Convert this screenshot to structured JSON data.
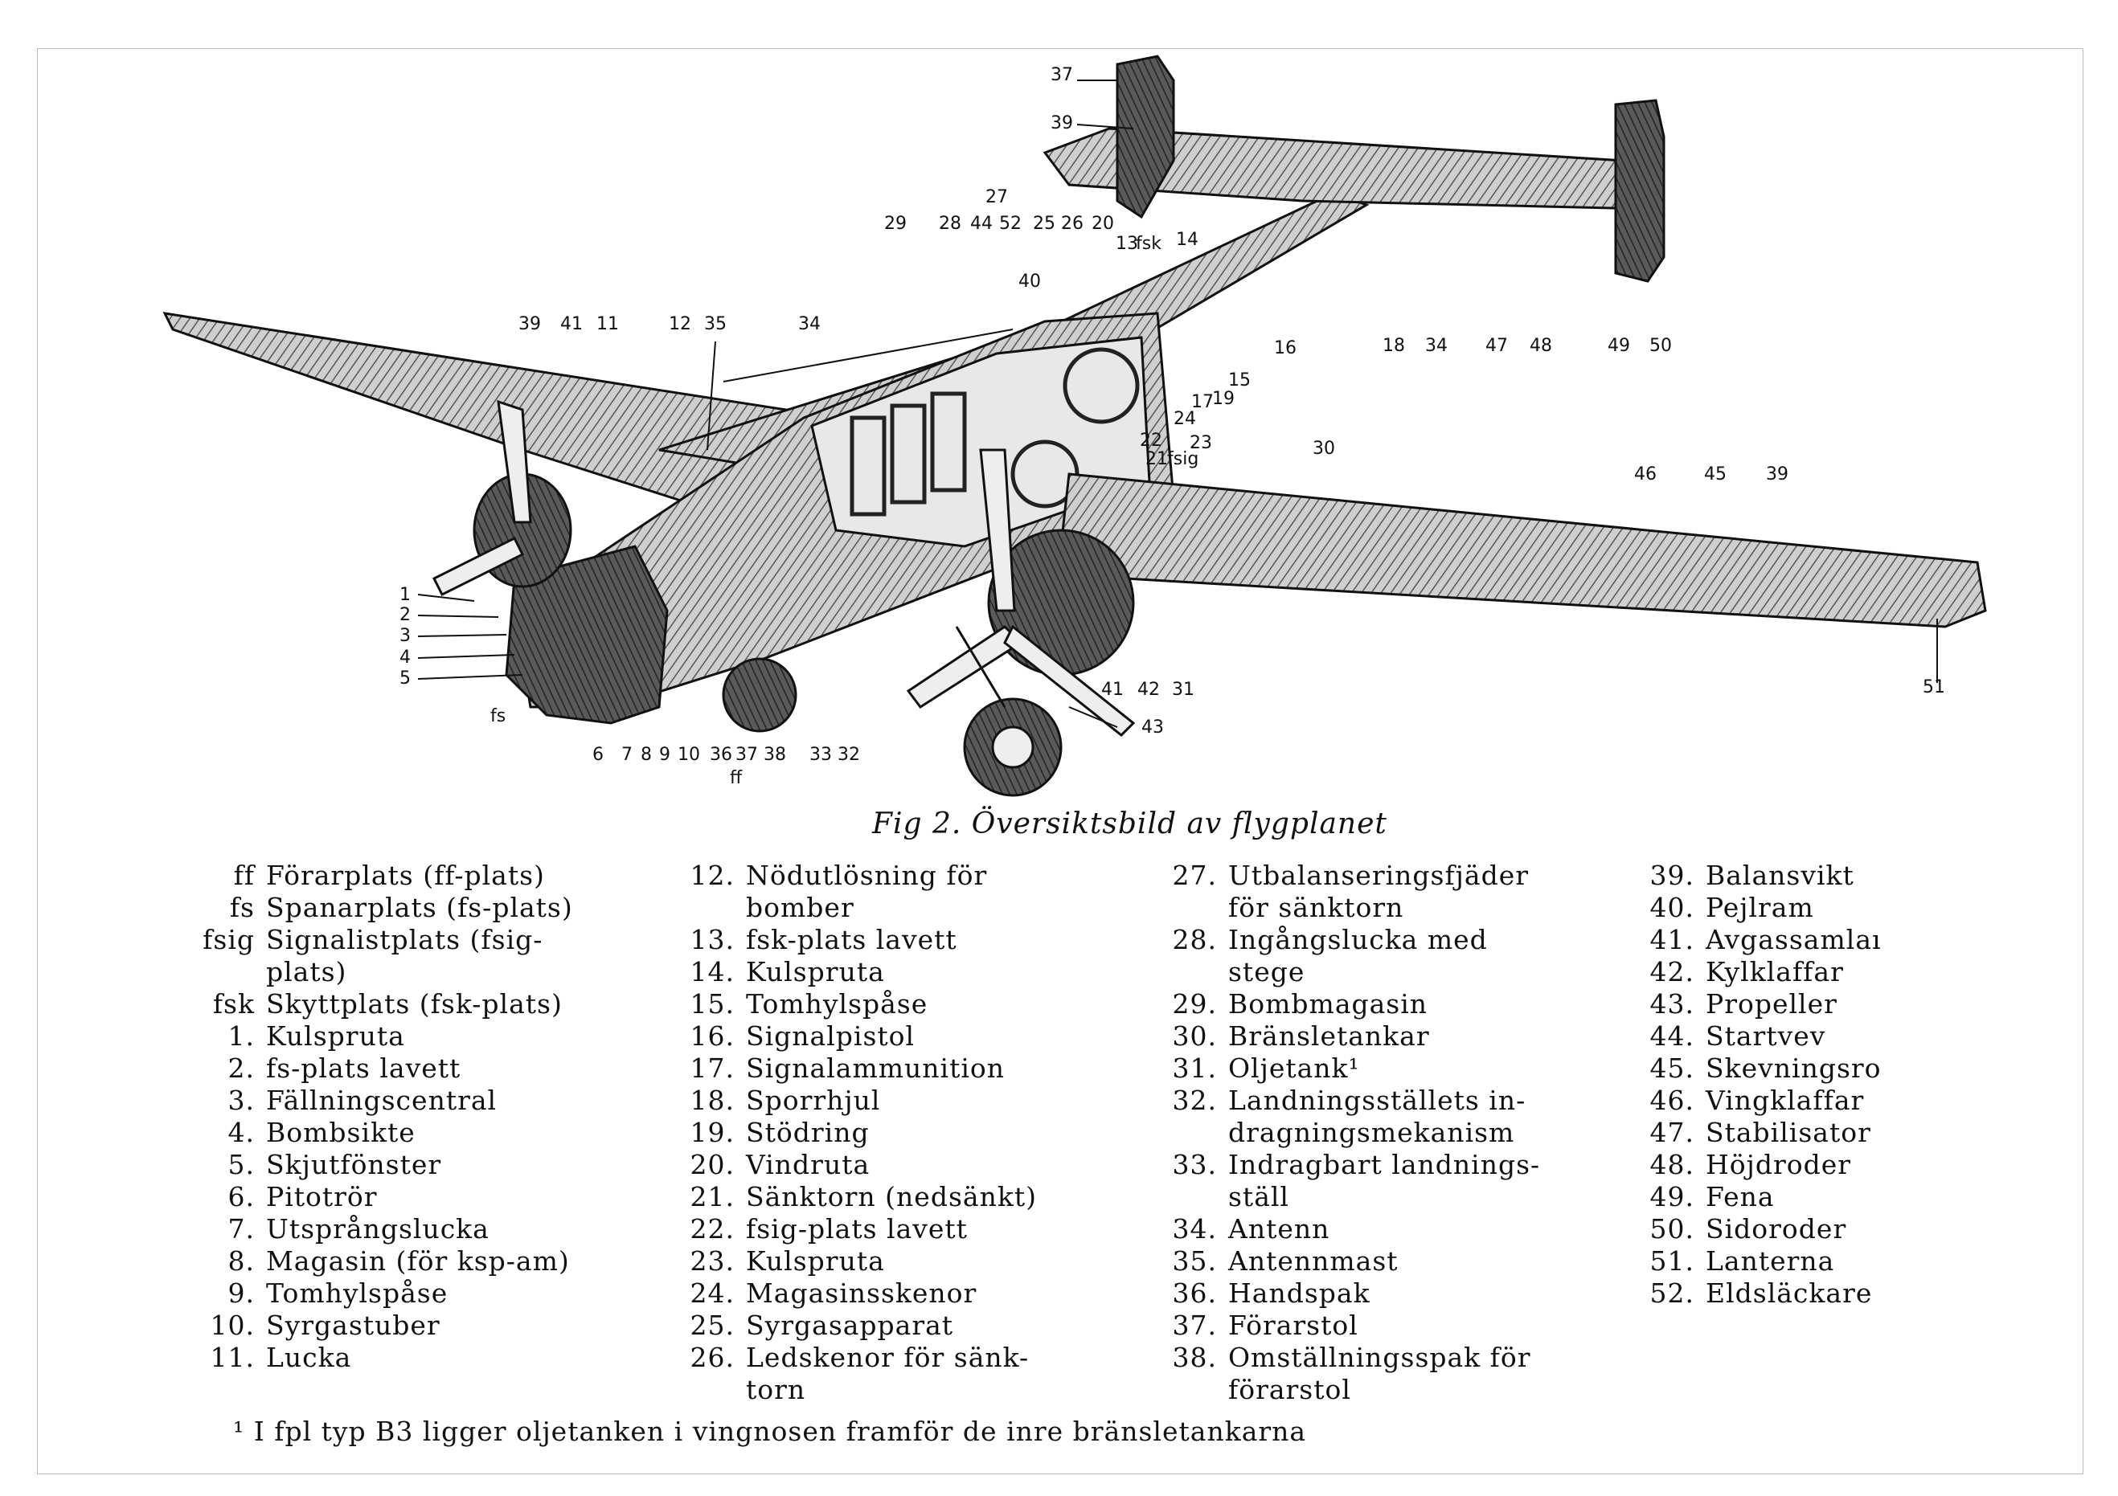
{
  "figure": {
    "caption": "Fig 2. Översiktsbild av flygplanet",
    "callouts": [
      "1",
      "2",
      "3",
      "4",
      "5",
      "fs",
      "6",
      "7",
      "8",
      "9",
      "10",
      "36",
      "37",
      "38",
      "ff",
      "33",
      "32",
      "41",
      "11",
      "12",
      "35",
      "34",
      "29",
      "28",
      "44",
      "52",
      "27",
      "25",
      "26",
      "20",
      "13",
      "fsk",
      "14",
      "16",
      "15",
      "17",
      "19",
      "24",
      "22",
      "23",
      "21",
      "fsig",
      "40",
      "18",
      "34",
      "47",
      "48",
      "49",
      "50",
      "30",
      "46",
      "45",
      "39",
      "39",
      "39",
      "37",
      "51",
      "43",
      "41",
      "42",
      "31"
    ]
  },
  "legend": {
    "col1": [
      {
        "key": "ff",
        "text": "Förarplats (ff-plats)"
      },
      {
        "key": "fs",
        "text": "Spanarplats (fs-plats)"
      },
      {
        "key": "fsig",
        "text": "Signalistplats (fsig-"
      },
      {
        "key": "",
        "text": "plats)"
      },
      {
        "key": "fsk",
        "text": "Skyttplats (fsk-plats)"
      },
      {
        "key": "1.",
        "text": "Kulspruta"
      },
      {
        "key": "2.",
        "text": "fs-plats lavett"
      },
      {
        "key": "3.",
        "text": "Fällningscentral"
      },
      {
        "key": "4.",
        "text": "Bombsikte"
      },
      {
        "key": "5.",
        "text": "Skjutfönster"
      },
      {
        "key": "6.",
        "text": "Pitotrör"
      },
      {
        "key": "7.",
        "text": "Utsprångslucka"
      },
      {
        "key": "8.",
        "text": "Magasin (för ksp-am)"
      },
      {
        "key": "9.",
        "text": "Tomhylspåse"
      },
      {
        "key": "10.",
        "text": "Syrgastuber"
      },
      {
        "key": "11.",
        "text": "Lucka"
      }
    ],
    "col2": [
      {
        "key": "12.",
        "text": "Nödutlösning för"
      },
      {
        "key": "",
        "text": "bomber"
      },
      {
        "key": "13.",
        "text": "fsk-plats lavett"
      },
      {
        "key": "14.",
        "text": "Kulspruta"
      },
      {
        "key": "15.",
        "text": "Tomhylspåse"
      },
      {
        "key": "16.",
        "text": "Signalpistol"
      },
      {
        "key": "17.",
        "text": "Signalammunition"
      },
      {
        "key": "18.",
        "text": "Sporrhjul"
      },
      {
        "key": "19.",
        "text": "Stödring"
      },
      {
        "key": "20.",
        "text": "Vindruta"
      },
      {
        "key": "21.",
        "text": "Sänktorn (nedsänkt)"
      },
      {
        "key": "22.",
        "text": "fsig-plats lavett"
      },
      {
        "key": "23.",
        "text": "Kulspruta"
      },
      {
        "key": "24.",
        "text": "Magasinsskenor"
      },
      {
        "key": "25.",
        "text": "Syrgasapparat"
      },
      {
        "key": "26.",
        "text": "Ledskenor för sänk-"
      },
      {
        "key": "",
        "text": "torn"
      }
    ],
    "col3": [
      {
        "key": "27.",
        "text": "Utbalanseringsfjäder"
      },
      {
        "key": "",
        "text": "för sänktorn"
      },
      {
        "key": "28.",
        "text": "Ingångslucka med"
      },
      {
        "key": "",
        "text": "stege"
      },
      {
        "key": "29.",
        "text": "Bombmagasin"
      },
      {
        "key": "30.",
        "text": "Bränsletankar"
      },
      {
        "key": "31.",
        "text": "Oljetank¹"
      },
      {
        "key": "32.",
        "text": "Landningsställets in-"
      },
      {
        "key": "",
        "text": "dragningsmekanism"
      },
      {
        "key": "33.",
        "text": "Indragbart landnings-"
      },
      {
        "key": "",
        "text": "ställ"
      },
      {
        "key": "34.",
        "text": "Antenn"
      },
      {
        "key": "35.",
        "text": "Antennmast"
      },
      {
        "key": "36.",
        "text": "Handspak"
      },
      {
        "key": "37.",
        "text": "Förarstol"
      },
      {
        "key": "38.",
        "text": "Omställningsspak för"
      },
      {
        "key": "",
        "text": "förarstol"
      }
    ],
    "col4": [
      {
        "key": "39.",
        "text": "Balansvikt"
      },
      {
        "key": "40.",
        "text": "Pejlram"
      },
      {
        "key": "41.",
        "text": "Avgassamlaı"
      },
      {
        "key": "42.",
        "text": "Kylklaffar"
      },
      {
        "key": "43.",
        "text": "Propeller"
      },
      {
        "key": "44.",
        "text": "Startvev"
      },
      {
        "key": "45.",
        "text": "Skevningsro"
      },
      {
        "key": "46.",
        "text": "Vingklaffar"
      },
      {
        "key": "47.",
        "text": "Stabilisator"
      },
      {
        "key": "48.",
        "text": "Höjdroder"
      },
      {
        "key": "49.",
        "text": "Fena"
      },
      {
        "key": "50.",
        "text": "Sidoroder"
      },
      {
        "key": "51.",
        "text": "Lanterna"
      },
      {
        "key": "52.",
        "text": "Eldsläckare"
      }
    ]
  },
  "footnote": "¹ I fpl typ B3 ligger oljetanken i vingnosen framför de inre bränsletankarna"
}
